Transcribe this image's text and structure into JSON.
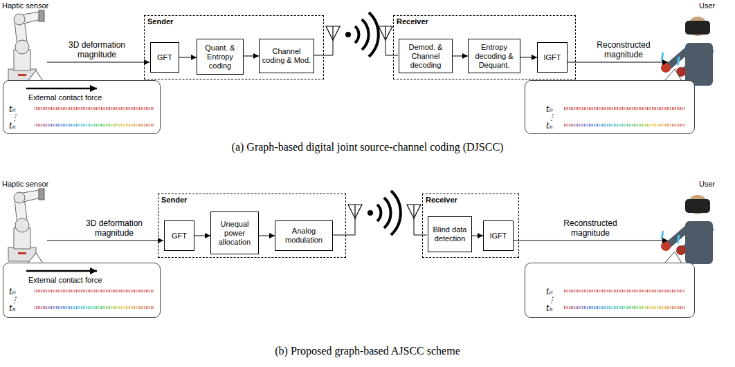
{
  "diagram": {
    "nodes": [
      {
        "text": [
          "Sender"
        ]
      },
      {
        "text": [
          "GFT"
        ],
        "in": 0
      },
      {
        "text": [
          "Quant. & Entropy coding"
        ],
        "in": 0
      },
      {
        "text": [
          "Channel coding & Mod."
        ],
        "in": 0
      },
      {
        "text": [
          "Receiver"
        ]
      },
      {
        "text": [
          "Demod. & Channel decoding"
        ],
        "in": 4
      },
      {
        "text": [
          "Entropy decoding & Dequant."
        ],
        "in": 4
      },
      {
        "text": [
          "IGFT"
        ],
        "in": 4
      },
      {
        "text": [
          "External contact force",
          "t₀",
          "⋮",
          "tₙ"
        ]
      },
      {
        "text": [
          "t₀",
          "⋮",
          "tₙ"
        ]
      },
      {
        "text": [
          "Sender"
        ]
      },
      {
        "text": [
          "GFT"
        ],
        "in": 10
      },
      {
        "text": [
          "Unequal power allocation"
        ],
        "in": 10
      },
      {
        "text": [
          "Analog modulation"
        ],
        "in": 10
      },
      {
        "text": [
          "Receiver"
        ]
      },
      {
        "text": [
          "Blind data detection"
        ],
        "in": 14
      },
      {
        "text": [
          "IGFT"
        ],
        "in": 14
      },
      {
        "text": [
          "External contact force",
          "t₀",
          "⋮",
          "tₙ"
        ]
      },
      {
        "text": [
          "t₀",
          "⋮",
          "tₙ"
        ]
      }
    ],
    "edges": [
      {
        "from": 1,
        "to": 2,
        "arrow": "to"
      },
      {
        "from": 2,
        "to": 3,
        "arrow": "to"
      },
      {
        "from": 5,
        "to": 6,
        "arrow": "to"
      },
      {
        "from": 6,
        "to": 7,
        "arrow": "to"
      },
      {
        "from": 11,
        "to": 12,
        "arrow": "to"
      },
      {
        "from": 12,
        "to": 13,
        "arrow": "to"
      },
      {
        "from": 15,
        "to": 16,
        "arrow": "to"
      }
    ],
    "labels": [
      "Haptic sensor",
      "3D deformation magnitude",
      "Reconstructed magnitude",
      "User",
      "(a) Graph-based digital joint source-channel coding (DJSCC)",
      "Haptic sensor",
      "3D deformation magnitude",
      "Reconstructed magnitude",
      "User",
      "(b) Proposed graph-based AJSCC scheme"
    ]
  }
}
